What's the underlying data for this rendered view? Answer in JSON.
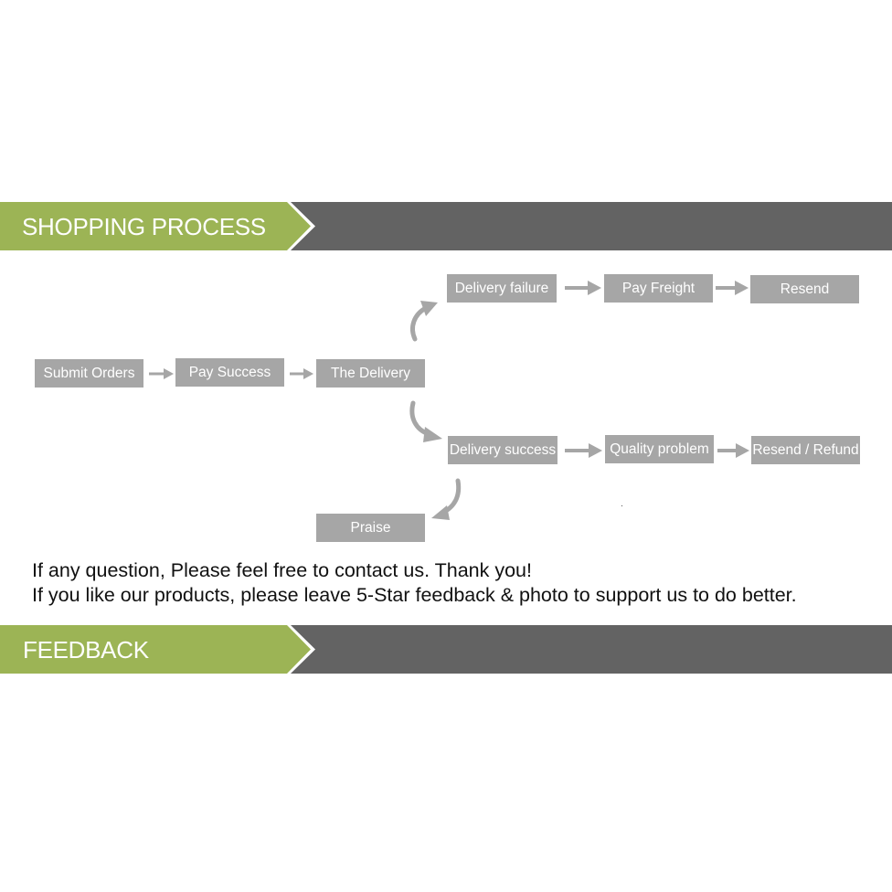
{
  "banners": {
    "shopping_process": "SHOPPING PROCESS",
    "feedback": "FEEDBACK"
  },
  "steps": {
    "submit_orders": "Submit Orders",
    "pay_success": "Pay Success",
    "the_delivery": "The Delivery",
    "delivery_failure": "Delivery failure",
    "pay_freight": "Pay Freight",
    "resend": "Resend",
    "delivery_success": "Delivery success",
    "quality_problem": "Quality problem",
    "resend_refund": "Resend / Refund",
    "praise": "Praise"
  },
  "message": {
    "line1": "If any question, Please feel free to contact us. Thank you!",
    "line2": "If you like our products, please leave 5-Star feedback & photo to support us to do better."
  },
  "colors": {
    "banner_green": "#9cb455",
    "banner_gray": "#636363",
    "step_box": "#a6a6a6",
    "arrow": "#a6a6a6"
  }
}
